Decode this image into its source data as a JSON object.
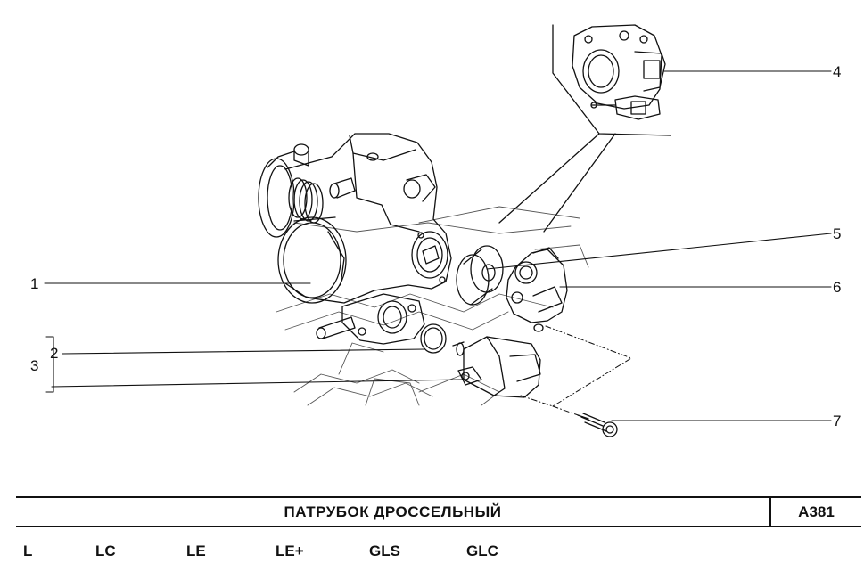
{
  "diagram": {
    "callouts": [
      "1",
      "2",
      "3",
      "4",
      "5",
      "6",
      "7"
    ]
  },
  "title_block": {
    "title": "ПАТРУБОК ДРОССЕЛЬНЫЙ",
    "code": "A381"
  },
  "trims": [
    "L",
    "LC",
    "LE",
    "LE+",
    "GLS",
    "GLC"
  ],
  "colors": {
    "ink": "#111111",
    "background": "#ffffff"
  }
}
